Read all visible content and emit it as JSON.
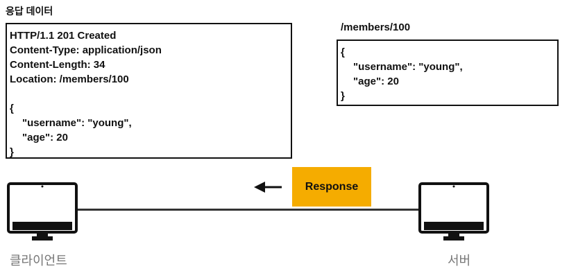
{
  "section_title": "응답 데이터",
  "response_box": {
    "status_line": "HTTP/1.1 201 Created",
    "headers": [
      "Content-Type: application/json",
      "Content-Length: 34"
    ],
    "location_label": "Location: ",
    "location_value": "/members/100",
    "body_open": "{",
    "body_lines": [
      "\"username\": \"young\",",
      "\"age\": 20"
    ],
    "body_close": "}"
  },
  "resource": {
    "path": "/members/100",
    "body_open": "{",
    "body_lines": [
      "\"username\": \"young\",",
      "\"age\": 20"
    ],
    "body_close": "}"
  },
  "flow": {
    "label": "Response",
    "direction": "server-to-client",
    "accent": "#f5ac00"
  },
  "client": {
    "label": "클라이언트",
    "icon": "monitor-icon"
  },
  "server": {
    "label": "서버",
    "icon": "monitor-icon"
  }
}
